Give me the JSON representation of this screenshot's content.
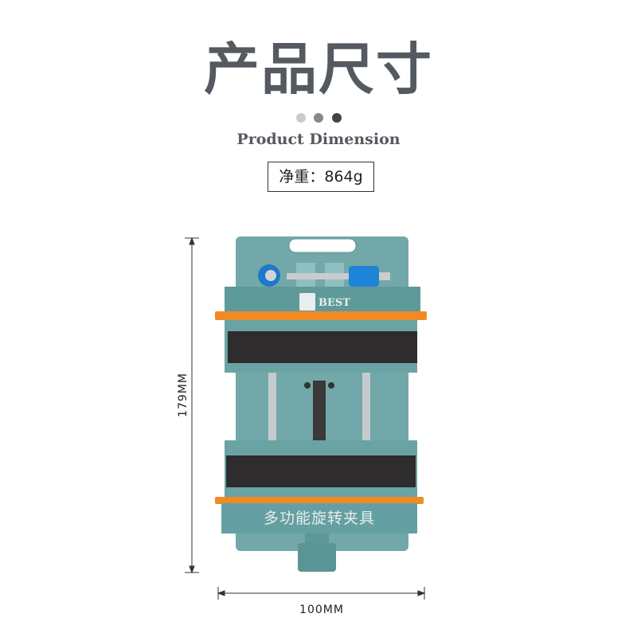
{
  "header": {
    "title": "产品尺寸",
    "subtitle": "Product Dimension",
    "dots": [
      "#cccccc",
      "#888888",
      "#444444"
    ]
  },
  "weight_label": "净重：864g",
  "dimensions": {
    "height": "179MM",
    "width": "100MM"
  },
  "product": {
    "logo_text": "BEST",
    "body_text": "多功能旋转夹具",
    "colors": {
      "body": "#6aa3a4",
      "pad": "#2e2c2c",
      "strip": "#f08a24",
      "knob": "#1e7fd0"
    }
  }
}
